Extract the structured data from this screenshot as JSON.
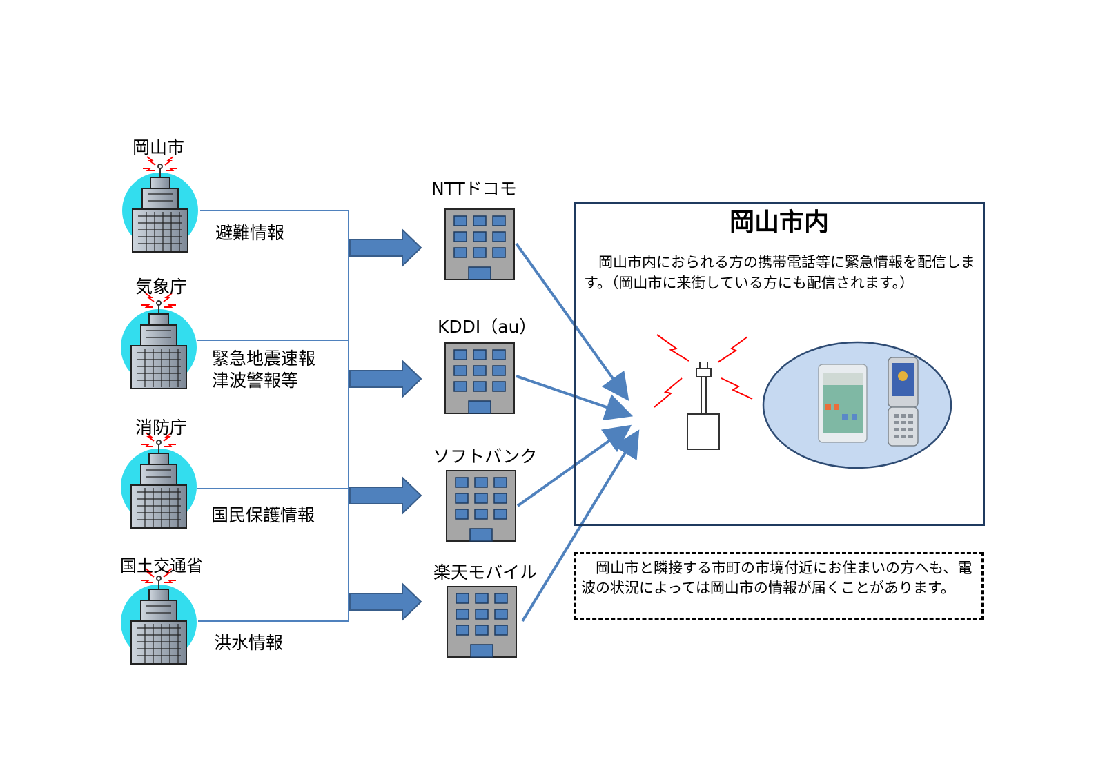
{
  "sources": [
    {
      "name": "岡山市",
      "info": "避難情報"
    },
    {
      "name": "気象庁",
      "info": "緊急地震速報",
      "info2": "津波警報等"
    },
    {
      "name": "消防庁",
      "info": "国民保護情報"
    },
    {
      "name": "国土交通省",
      "info": "洪水情報"
    }
  ],
  "carriers": [
    "NTTドコモ",
    "KDDI（au）",
    "ソフトバンク",
    "楽天モバイル"
  ],
  "area": {
    "title": "岡山市内",
    "description": "岡山市内におられる方の携帯電話等に緊急情報を配信します。（岡山市に来街している方にも配信されます。）"
  },
  "note": "岡山市と隣接する市町の市境付近にお住まいの方へも、電波の状況によっては岡山市の情報が届くことがあります。",
  "colors": {
    "arrow_fill": "#4f81bd",
    "arrow_stroke": "#385d8a",
    "building_gray": "#a6a6a6",
    "window_blue": "#4f81bd",
    "halo_cyan": "#33ddee",
    "signal_red": "#ff0000",
    "phone_ellipse": "#c6d9f1"
  }
}
